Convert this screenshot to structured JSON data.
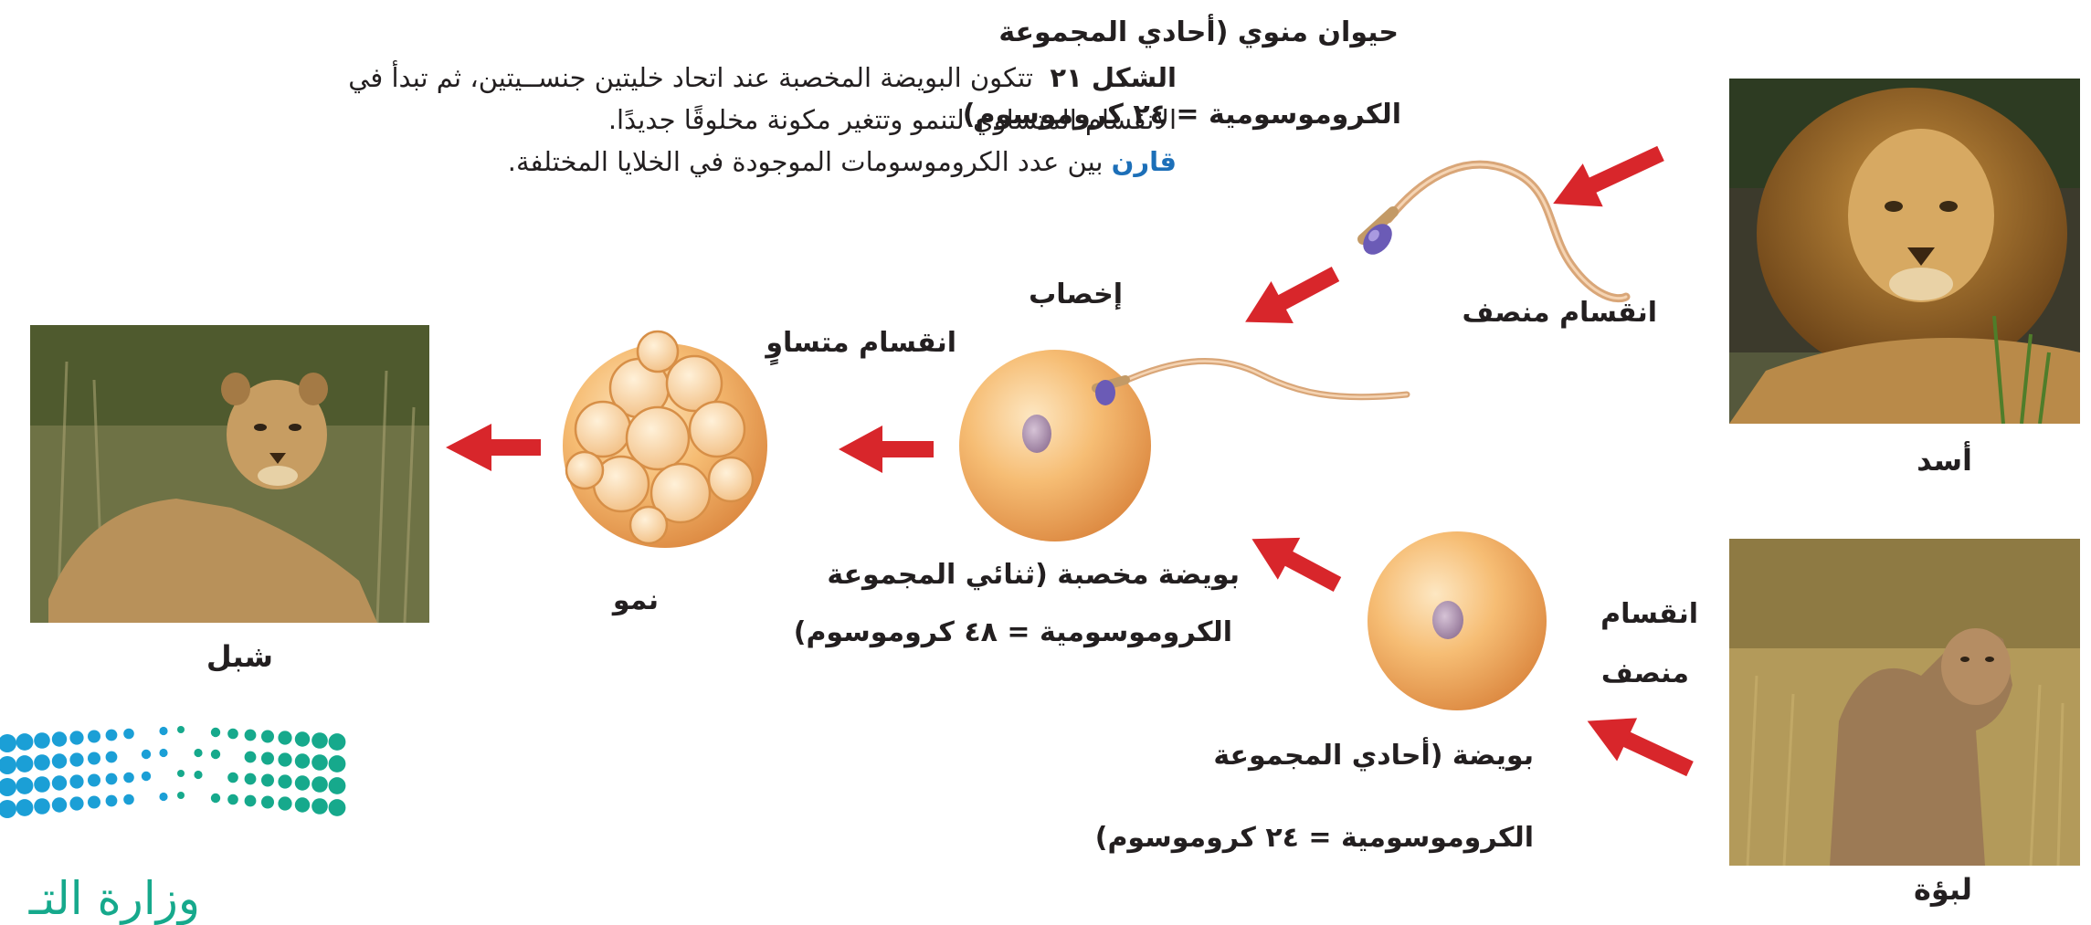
{
  "caption": {
    "figure_label": "الشكل ٢١",
    "line1": "تتكون البويضة المخصبة عند اتحاد خليتين جنســيتين، ثم تبدأ في",
    "line2": "الانقسام المتساوي لتنمو وتتغير مكونة مخلوقًا جديدًا.",
    "compare_keyword": "قارن",
    "line3_rest": "بين عدد الكروموسومات الموجودة في الخلايا المختلفة."
  },
  "labels": {
    "sperm_line1": "حيوان منوي (أحادي المجموعة",
    "sperm_line2": "الكروموسومية = ٢٤ كروموسوم)",
    "meiosis_top": "انقسام منصف",
    "fertilization": "إخصاب",
    "mitosis": "انقسام متساوٍ",
    "zygote_line1": "بويضة مخصبة (ثنائي المجموعة",
    "zygote_line2": "الكروموسومية = ٤٨ كروموسوم)",
    "growth": "نمو",
    "meiosis_bottom_line1": "انقسام",
    "meiosis_bottom_line2": "منصف",
    "egg_line1": "بويضة (أحادي المجموعة",
    "egg_line2": "الكروموسومية = ٢٤ كروموسوم)"
  },
  "photos": {
    "lion": "أسد",
    "lioness": "لبؤة",
    "cub": "شبل"
  },
  "logo": {
    "text": "وزارة التـ"
  },
  "colors": {
    "arrow": "#d8262b",
    "cell": "#f0a75a",
    "nucleus": "#a78aa9",
    "caption_keyword": "#1c6fb8",
    "logo_blue": "#1b9fd6",
    "logo_green": "#16a98c"
  }
}
